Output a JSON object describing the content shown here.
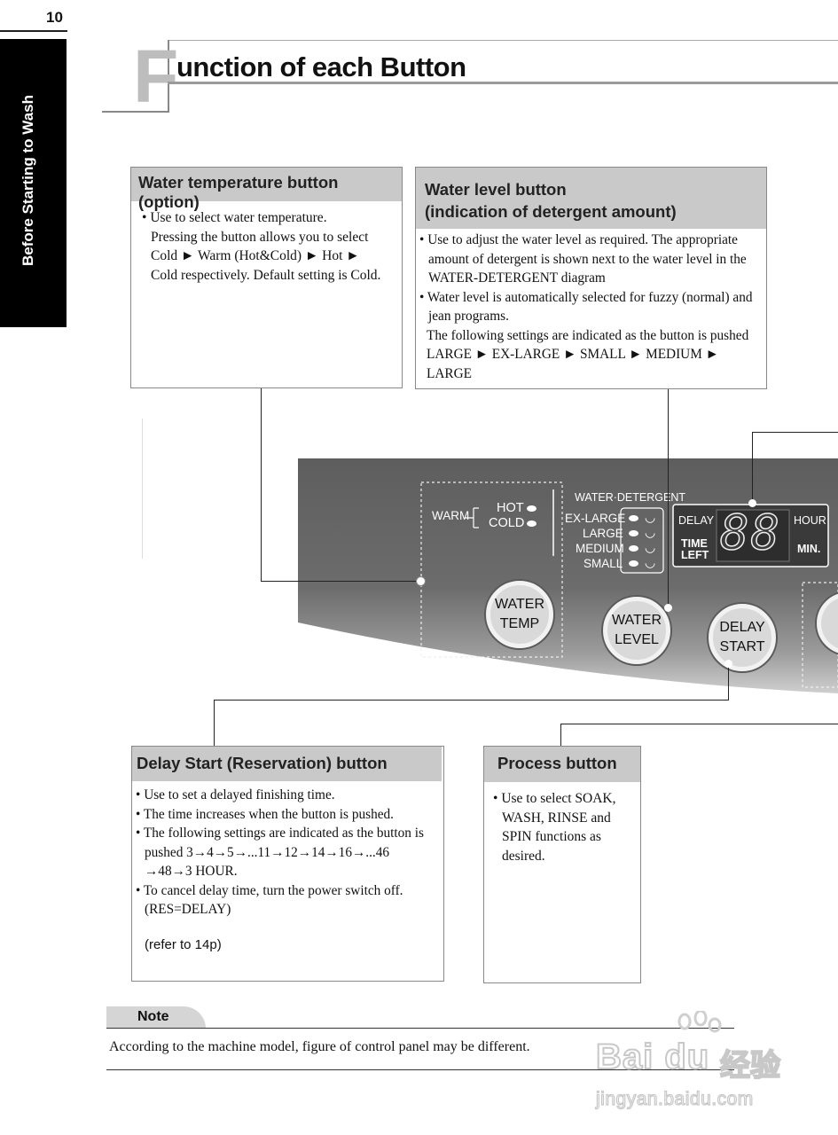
{
  "header": {
    "page_number": "10",
    "side_tab": "Before Starting to Wash"
  },
  "title": {
    "initial": "F",
    "rest": "unction of each Button"
  },
  "water_temp_box": {
    "heading": "Water temperature button (option)",
    "lines": [
      "Use to select water temperature.",
      "Pressing the button allows you to select",
      "Cold ► Warm (Hot&Cold) ► Hot ►",
      "Cold respectively.  Default setting is Cold."
    ]
  },
  "water_level_box": {
    "heading_line1": "Water level button",
    "heading_line2": "(indication of detergent amount)",
    "bullet1": "Use to adjust the water level as required. The appropriate amount of detergent is shown next to the water level in the WATER-DETERGENT diagram",
    "bullet2": "Water level is automatically selected for fuzzy (normal) and jean programs.",
    "continuation": "The following settings are indicated as the button is pushed LARGE ► EX-LARGE ► SMALL ► MEDIUM ► LARGE"
  },
  "panel": {
    "warm": "WARM",
    "hot": "HOT",
    "cold": "COLD",
    "water_detergent": "WATER·DETERGENT",
    "levels": [
      "EX-LARGE",
      "LARGE",
      "MEDIUM",
      "SMALL"
    ],
    "delay": "DELAY",
    "time": "TIME",
    "left": "LEFT",
    "hour": "HOUR",
    "min": "MIN.",
    "display": "88",
    "btn_water_temp_1": "WATER",
    "btn_water_temp_2": "TEMP",
    "btn_water_level_1": "WATER",
    "btn_water_level_2": "LEVEL",
    "btn_delay_start_1": "DELAY",
    "btn_delay_start_2": "START"
  },
  "delay_box": {
    "heading": "Delay Start (Reservation) button",
    "bullet1": "Use to set a delayed finishing time.",
    "bullet2": "The time increases when the button is pushed.",
    "bullet3": "The following settings are indicated as the button is pushed 3→4→5→...11→12→14→16→...46 →48→3 HOUR.",
    "bullet4": "To cancel delay time, turn the power switch off. (RES=DELAY)",
    "refer": "(refer to 14p)"
  },
  "process_box": {
    "heading": "Process button",
    "bullet1": "Use to select SOAK, WASH, RINSE and SPIN functions as desired."
  },
  "note": {
    "label": "Note",
    "text": "According to the machine model,  figure of control panel may be different."
  },
  "watermark": {
    "brand": "Bai du",
    "brand_cn": "经验",
    "url": "jingyan.baidu.com"
  }
}
